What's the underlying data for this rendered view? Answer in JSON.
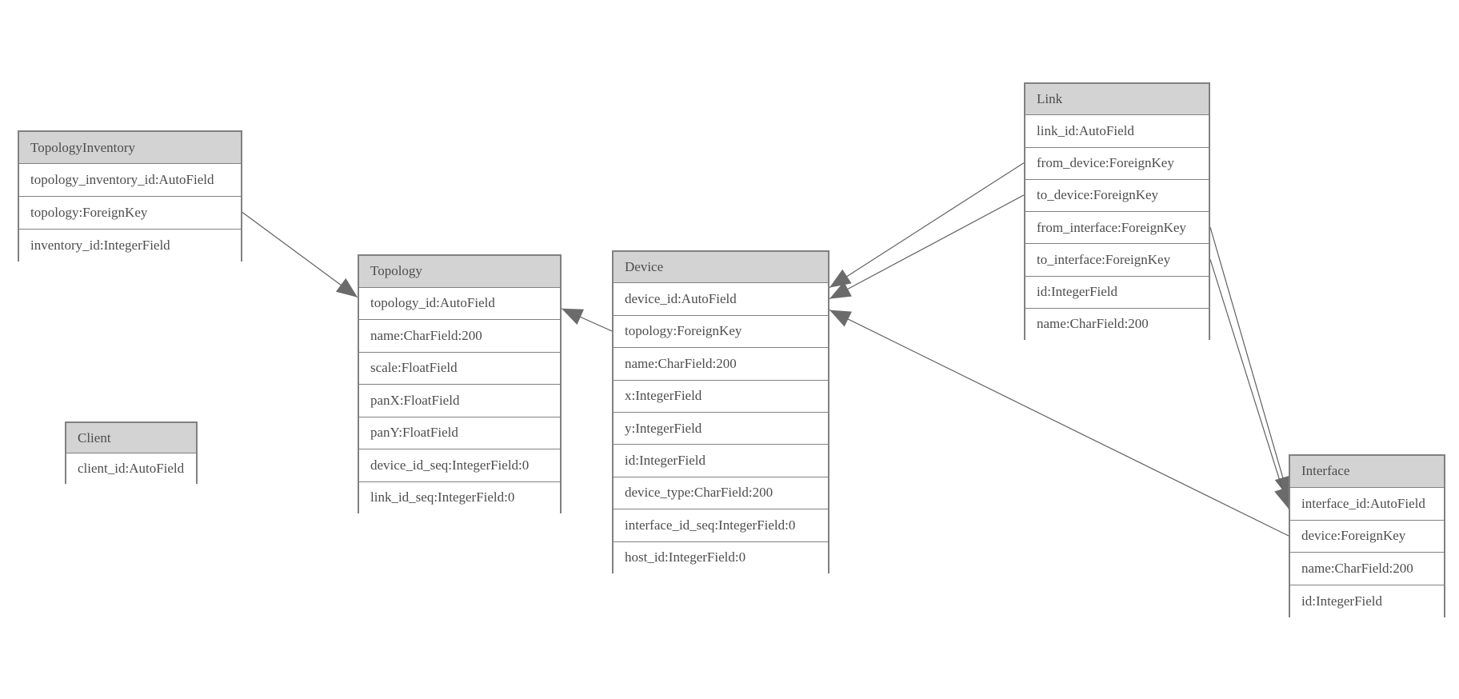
{
  "diagram": {
    "entities": [
      {
        "title": "TopologyInventory",
        "fields": [
          "topology_inventory_id:AutoField",
          "topology:ForeignKey",
          "inventory_id:IntegerField"
        ]
      },
      {
        "title": "Topology",
        "fields": [
          "topology_id:AutoField",
          "name:CharField:200",
          "scale:FloatField",
          "panX:FloatField",
          "panY:FloatField",
          "device_id_seq:IntegerField:0",
          "link_id_seq:IntegerField:0"
        ]
      },
      {
        "title": "Client",
        "fields": [
          "client_id:AutoField"
        ]
      },
      {
        "title": "Device",
        "fields": [
          "device_id:AutoField",
          "topology:ForeignKey",
          "name:CharField:200",
          "x:IntegerField",
          "y:IntegerField",
          "id:IntegerField",
          "device_type:CharField:200",
          "interface_id_seq:IntegerField:0",
          "host_id:IntegerField:0"
        ]
      },
      {
        "title": "Link",
        "fields": [
          "link_id:AutoField",
          "from_device:ForeignKey",
          "to_device:ForeignKey",
          "from_interface:ForeignKey",
          "to_interface:ForeignKey",
          "id:IntegerField",
          "name:CharField:200"
        ]
      },
      {
        "title": "Interface",
        "fields": [
          "interface_id:AutoField",
          "device:ForeignKey",
          "name:CharField:200",
          "id:IntegerField"
        ]
      }
    ],
    "relations": [
      {
        "from": "TopologyInventory.topology",
        "to": "Topology.topology_id"
      },
      {
        "from": "Device.topology",
        "to": "Topology.topology_id"
      },
      {
        "from": "Link.from_device",
        "to": "Device.device_id"
      },
      {
        "from": "Link.to_device",
        "to": "Device.device_id"
      },
      {
        "from": "Interface.device",
        "to": "Device.device_id"
      },
      {
        "from": "Link.from_interface",
        "to": "Interface.interface_id"
      },
      {
        "from": "Link.to_interface",
        "to": "Interface.interface_id"
      }
    ],
    "colors": {
      "background": "#ffffff",
      "header_fill": "#d3d3d3",
      "row_fill": "#ffffff",
      "border": "#818181",
      "text": "#4d4d4d",
      "line": "#606060",
      "arrow": "#6b6b6b"
    }
  }
}
